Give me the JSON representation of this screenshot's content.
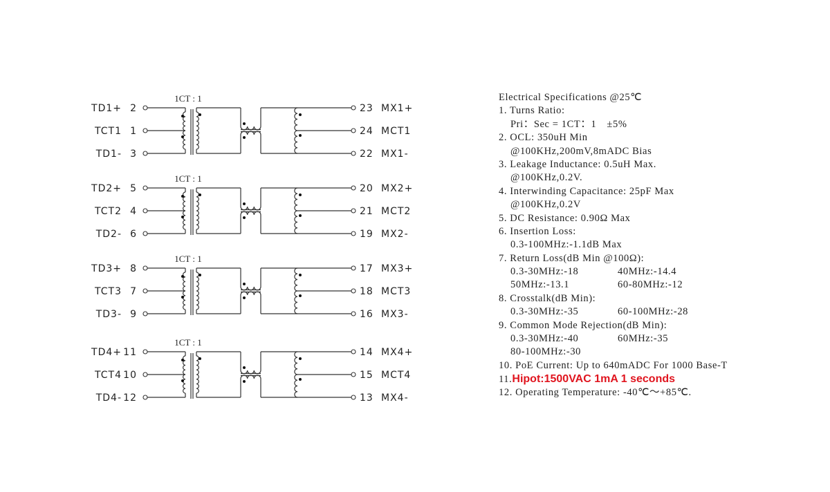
{
  "channels": [
    {
      "ratio": "1CT : 1",
      "left": [
        {
          "name": "TD1+",
          "pin": "2"
        },
        {
          "name": "TCT1",
          "pin": "1"
        },
        {
          "name": "TD1-",
          "pin": "3"
        }
      ],
      "right": [
        {
          "pin": "23",
          "name": "MX1+"
        },
        {
          "pin": "24",
          "name": "MCT1"
        },
        {
          "pin": "22",
          "name": "MX1-"
        }
      ]
    },
    {
      "ratio": "1CT : 1",
      "left": [
        {
          "name": "TD2+",
          "pin": "5"
        },
        {
          "name": "TCT2",
          "pin": "4"
        },
        {
          "name": "TD2-",
          "pin": "6"
        }
      ],
      "right": [
        {
          "pin": "20",
          "name": "MX2+"
        },
        {
          "pin": "21",
          "name": "MCT2"
        },
        {
          "pin": "19",
          "name": "MX2-"
        }
      ]
    },
    {
      "ratio": "1CT : 1",
      "left": [
        {
          "name": "TD3+",
          "pin": "8"
        },
        {
          "name": "TCT3",
          "pin": "7"
        },
        {
          "name": "TD3-",
          "pin": "9"
        }
      ],
      "right": [
        {
          "pin": "17",
          "name": "MX3+"
        },
        {
          "pin": "18",
          "name": "MCT3"
        },
        {
          "pin": "16",
          "name": "MX3-"
        }
      ]
    },
    {
      "ratio": "1CT : 1",
      "left": [
        {
          "name": "TD4+",
          "pin": "11"
        },
        {
          "name": "TCT4",
          "pin": "10"
        },
        {
          "name": "TD4-",
          "pin": "12"
        }
      ],
      "right": [
        {
          "pin": "14",
          "name": "MX4+"
        },
        {
          "pin": "15",
          "name": "MCT4"
        },
        {
          "pin": "13",
          "name": "MX4-"
        }
      ]
    }
  ],
  "specs": {
    "title": "Electrical Specifications @25℃",
    "items": [
      {
        "head": "1. Turns Ratio:",
        "rows": [
          [
            "Pri：Sec = 1CT：1　±5%"
          ]
        ]
      },
      {
        "head": "2. OCL: 350uH Min",
        "rows": [
          [
            "@100KHz,200mV,8mADC Bias"
          ]
        ]
      },
      {
        "head": "3. Leakage Inductance: 0.5uH Max.",
        "rows": [
          [
            "@100KHz,0.2V."
          ]
        ]
      },
      {
        "head": "4. Interwinding Capacitance: 25pF Max",
        "rows": [
          [
            "@100KHz,0.2V"
          ]
        ]
      },
      {
        "head": "5. DC Resistance: 0.90Ω  Max",
        "rows": []
      },
      {
        "head": "6. Insertion Loss:",
        "rows": [
          [
            "0.3-100MHz:-1.1dB Max"
          ]
        ]
      },
      {
        "head": "7. Return Loss(dB Min @100Ω):",
        "rows": [
          [
            "0.3-30MHz:-18",
            "40MHz:-14.4"
          ],
          [
            "50MHz:-13.1",
            "60-80MHz:-12"
          ]
        ]
      },
      {
        "head": "8. Crosstalk(dB Min):",
        "rows": [
          [
            "0.3-30MHz:-35",
            "60-100MHz:-28"
          ]
        ]
      },
      {
        "head": "9. Common Mode Rejection(dB Min):",
        "rows": [
          [
            "0.3-30MHz:-40",
            "60MHz:-35"
          ],
          [
            "80-100MHz:-30"
          ]
        ]
      },
      {
        "head": "10. PoE Current: Up to 640mADC For 1000 Base-T",
        "rows": []
      },
      {
        "head": "11.",
        "highlight": "Hipot:1500VAC 1mA  1 seconds",
        "rows": []
      },
      {
        "head": "12. Operating Temperature: -40℃～+85℃.",
        "rows": []
      }
    ]
  },
  "colors": {
    "line": "#333333",
    "highlight": "#e0141e"
  }
}
